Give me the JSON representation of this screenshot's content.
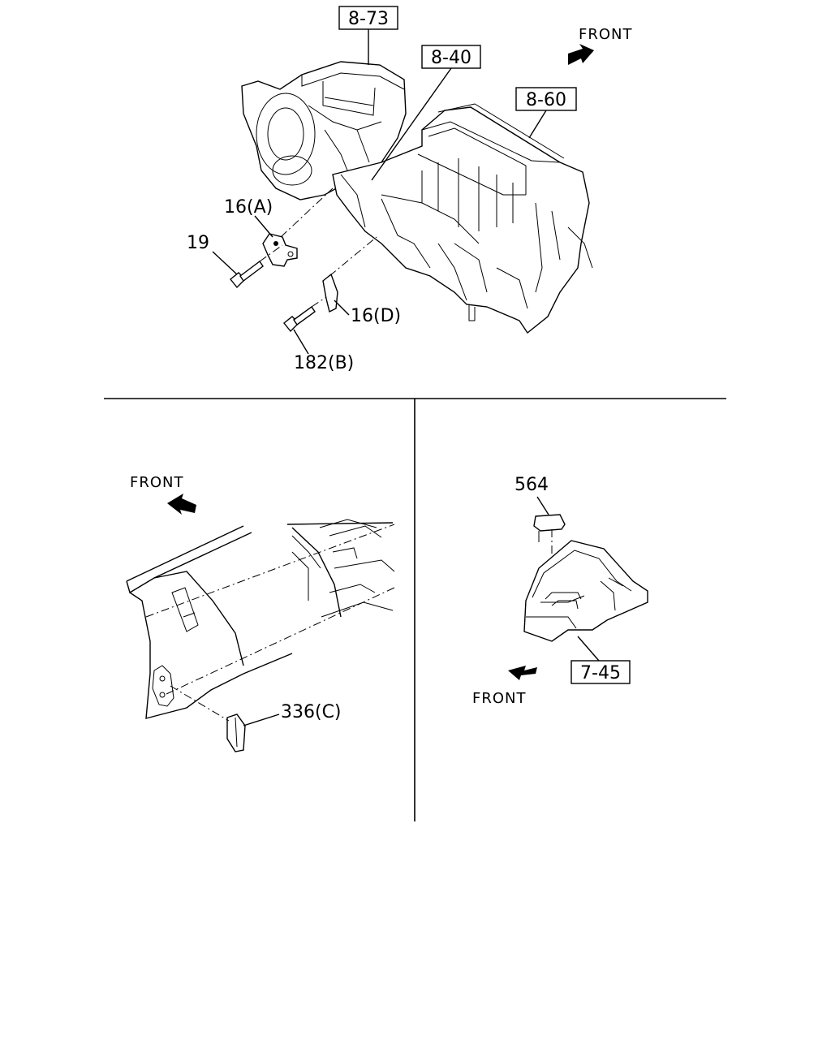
{
  "refs": {
    "ref_8_73": "8-73",
    "ref_8_40": "8-40",
    "ref_8_60": "8-60",
    "ref_7_45": "7-45"
  },
  "parts": {
    "p16a": "16(A)",
    "p19": "19",
    "p16d": "16(D)",
    "p182b": "182(B)",
    "p336c": "336(C)",
    "p564": "564"
  },
  "front_labels": {
    "top": "FRONT",
    "left_panel": "FRONT",
    "right_panel": "FRONT"
  }
}
